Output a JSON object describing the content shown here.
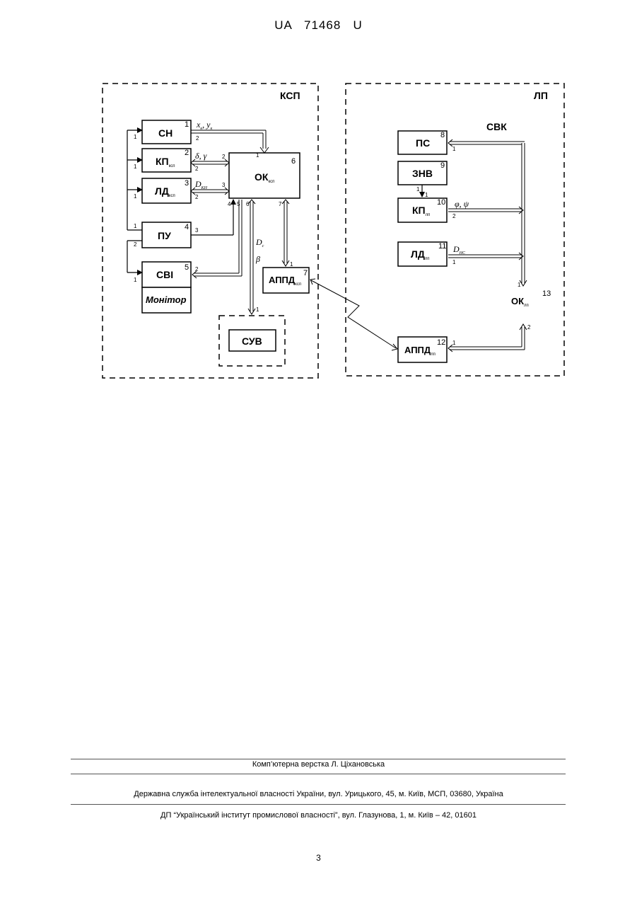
{
  "header": {
    "patent": "UA   71468   U"
  },
  "diagram": {
    "frames": {
      "ksp": "КСП",
      "lp": "ЛП",
      "svk": "СВК"
    },
    "blocks": {
      "sn": {
        "label": "СН",
        "num": "1"
      },
      "kp_ksp": {
        "label": "КП",
        "sub": "ксп",
        "num": "2"
      },
      "ld_ksp": {
        "label": "ЛД",
        "sub": "ксп",
        "num": "3"
      },
      "pu": {
        "label": "ПУ",
        "num": "4"
      },
      "svi": {
        "label": "СВІ",
        "num": "5"
      },
      "monitor": {
        "label": "Монітор"
      },
      "ok_ksp": {
        "label": "ОК",
        "sub": "ксп",
        "num": "6"
      },
      "appd_ksp": {
        "label": "АППД",
        "sub": "ксп",
        "num": "7"
      },
      "suv": {
        "label": "СУВ"
      },
      "ps": {
        "label": "ПС",
        "num": "8"
      },
      "znv": {
        "label": "ЗНВ",
        "num": "9"
      },
      "kp_lp": {
        "label": "КП",
        "sub": "лп",
        "num": "10"
      },
      "ld_lp": {
        "label": "ЛД",
        "sub": "лп",
        "num": "11"
      },
      "appd_lp": {
        "label": "АППД",
        "sub": "лп",
        "num": "12"
      },
      "ok_lp": {
        "label": "ОК",
        "sub": "лп",
        "num": "13"
      }
    },
    "signals": {
      "xy": "x",
      "xy_sub1": "к",
      "xy_mid": ",  y",
      "xy_sub2": "к",
      "delta_gamma": "δ, γ",
      "dkn": "D",
      "dkn_sub": "КН",
      "dc": "D",
      "dc_sub": "с",
      "beta": "β",
      "phi_psi": "φ, ψ",
      "dns": "D",
      "dns_sub": "НС"
    },
    "ports": {
      "p1": "1",
      "p2": "2",
      "p3": "3",
      "p4": "4",
      "p5": "5",
      "p6": "6",
      "p7": "7"
    }
  },
  "footer": {
    "composer": "Комп’ютерна верстка Л. Ціхановська",
    "office": "Державна служба інтелектуальної власності України, вул. Урицького, 45, м. Київ, МСП, 03680, Україна",
    "institute": "ДП “Український інститут промислової власності”, вул. Глазунова, 1, м. Київ – 42, 01601"
  },
  "page_number": "3"
}
